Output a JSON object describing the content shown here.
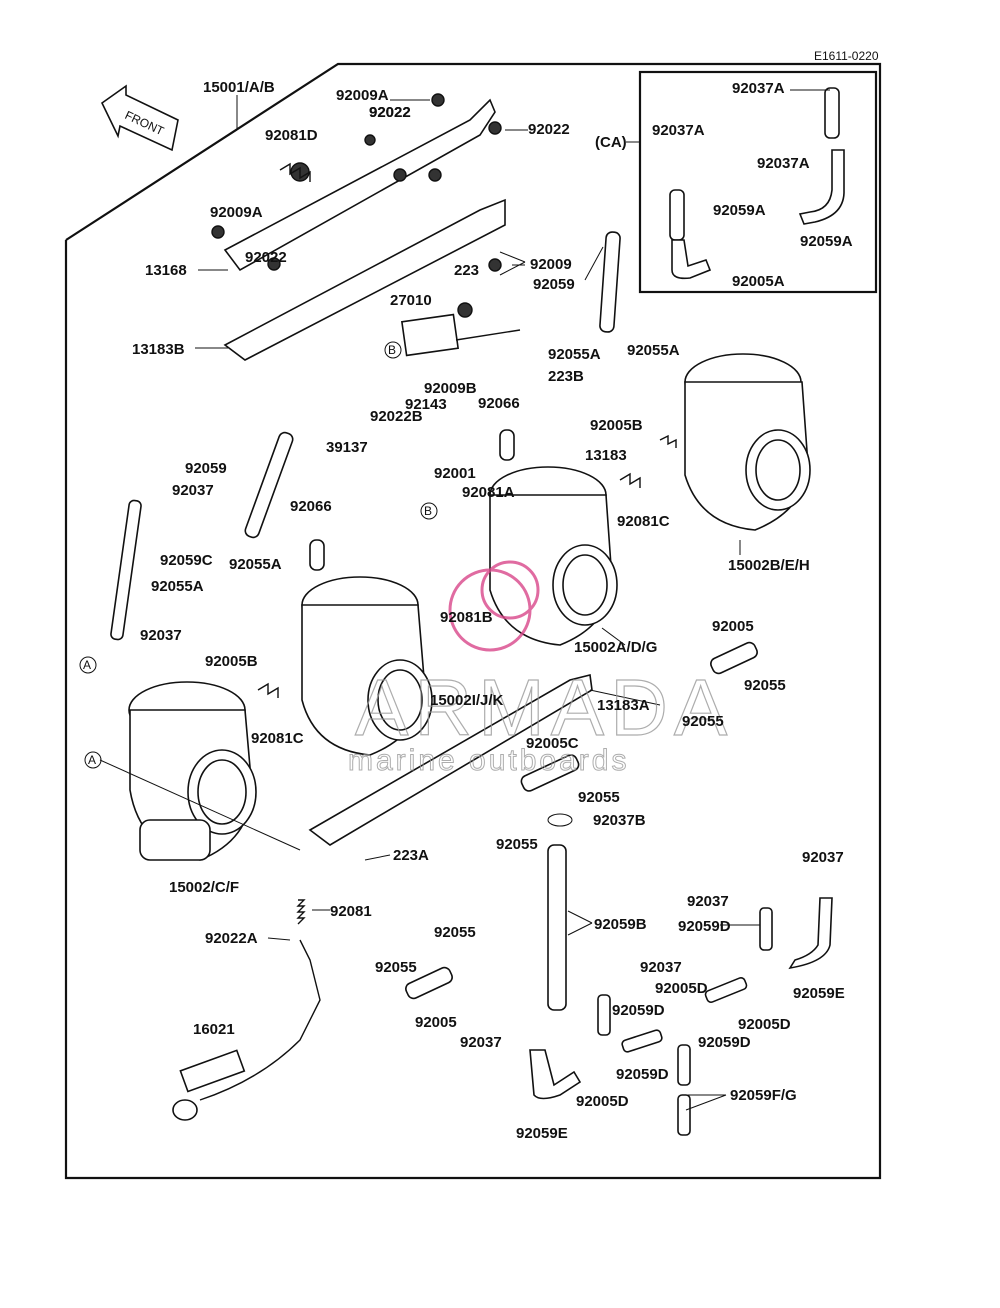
{
  "diagram": {
    "code": "E1611-0220",
    "direction_label": "FRONT",
    "inset_label": "(CA)",
    "ref_markers": {
      "A": "A",
      "B": "B"
    },
    "watermark": {
      "brand": "ARMADA",
      "tagline": "marine outboards",
      "accent_color": "#d9478a"
    },
    "callouts": [
      "15001/A/B",
      "92009A",
      "92022",
      "92022",
      "92081D",
      "92009A",
      "92022",
      "92022",
      "13168",
      "223",
      "92009",
      "92059",
      "27010",
      "13183B",
      "92055A",
      "92055A",
      "223B",
      "92009B",
      "92143",
      "92022B",
      "92066",
      "92005B",
      "13183",
      "39137",
      "92059",
      "92037",
      "92001",
      "92081A",
      "92066",
      "92081C",
      "15002B/E/H",
      "92059C",
      "92055A",
      "92055A",
      "92037",
      "92005B",
      "92081B",
      "15002A/D/G",
      "92005",
      "92055",
      "92055",
      "15002I/J/K",
      "13183A",
      "92081C",
      "92005C",
      "92055",
      "92037B",
      "92055",
      "223A",
      "15002/C/F",
      "92037",
      "92081",
      "92037",
      "92059D",
      "92022A",
      "92059B",
      "92055",
      "92055",
      "92037",
      "92005D",
      "92059E",
      "16021",
      "92005",
      "92059D",
      "92005D",
      "92059D",
      "92037",
      "92059D",
      "92005D",
      "92059F/G",
      "92059E",
      "92037A",
      "92037A",
      "92037A",
      "92059A",
      "92059A",
      "92005A"
    ]
  }
}
